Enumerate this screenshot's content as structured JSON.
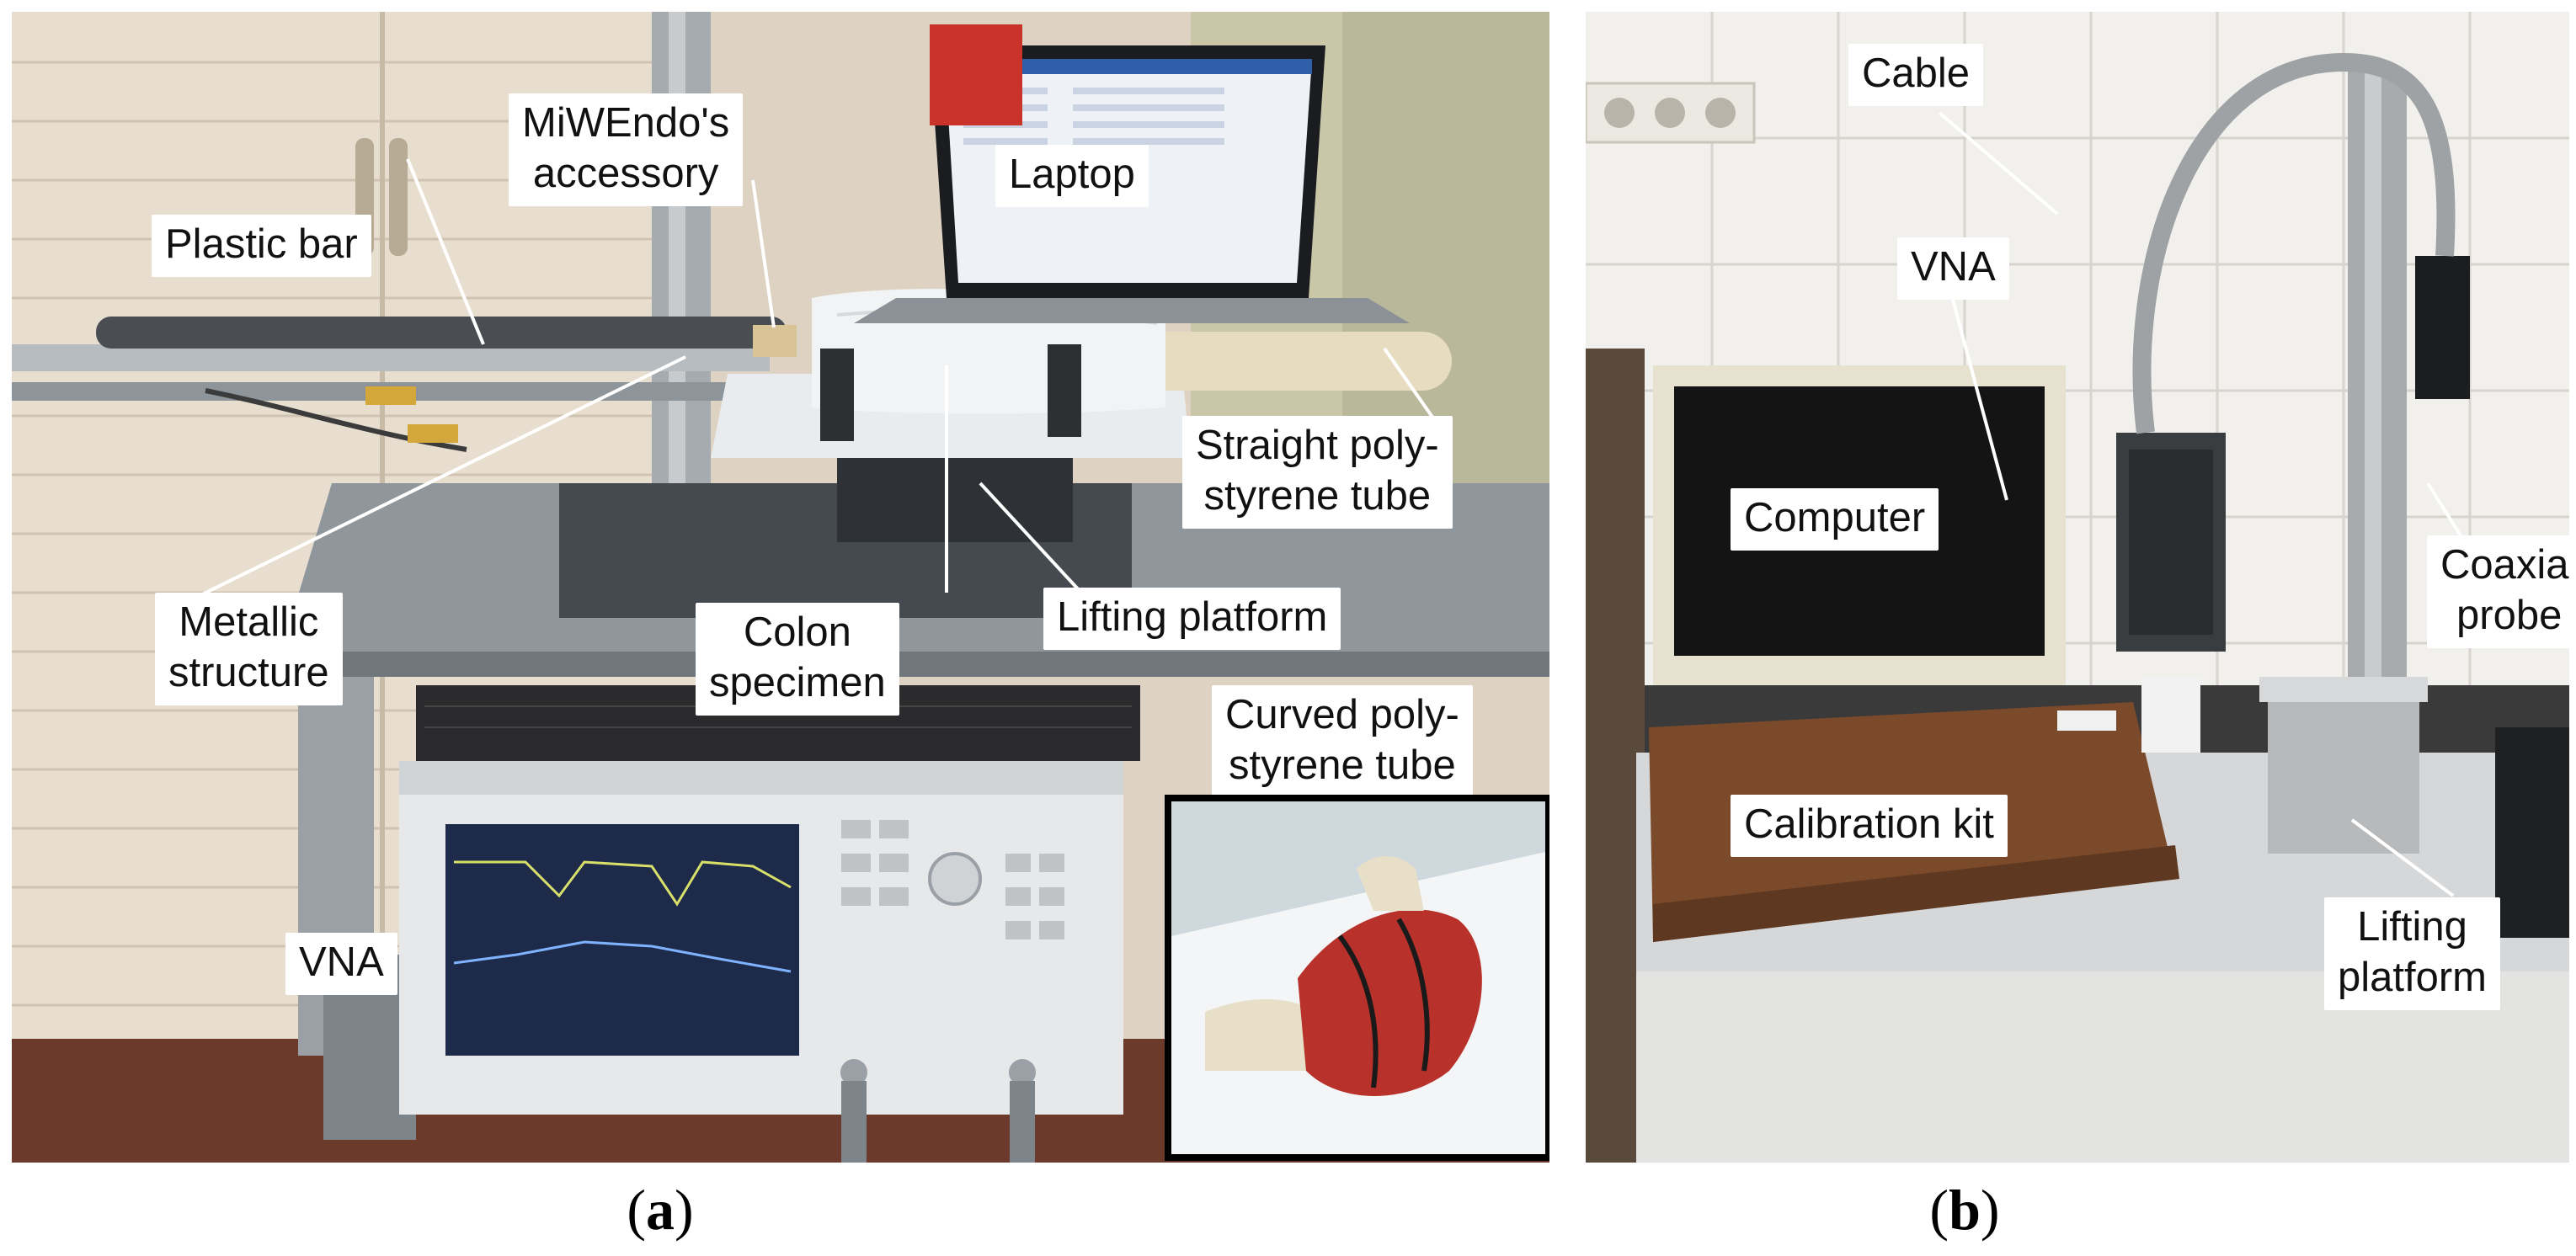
{
  "panel_a": {
    "labels": {
      "plastic_bar": "Plastic bar",
      "miwendo_accessory": "MiWEndo's\naccessory",
      "laptop": "Laptop",
      "straight_tube": "Straight poly-\nstyrene tube",
      "lifting_platform": "Lifting platform",
      "colon_specimen": "Colon\nspecimen",
      "metallic_structure": "Metallic\nstructure",
      "curved_tube": "Curved poly-\nstyrene tube",
      "vna": "VNA"
    },
    "caption_letter": "a"
  },
  "panel_b": {
    "labels": {
      "cable": "Cable",
      "vna": "VNA",
      "computer": "Computer",
      "coaxial_probe": "Coaxial\nprobe",
      "calibration_kit": "Calibration kit",
      "lifting_platform": "Lifting\nplatform"
    },
    "caption_letter": "b"
  },
  "colors": {
    "cabinet": "#e7dccd",
    "cart": "#8f969c",
    "wall_tiles": "#f1f0ec",
    "colon": "#b8312a",
    "wood": "#7a4a2a",
    "vna_screen": "#1e2a4a"
  }
}
